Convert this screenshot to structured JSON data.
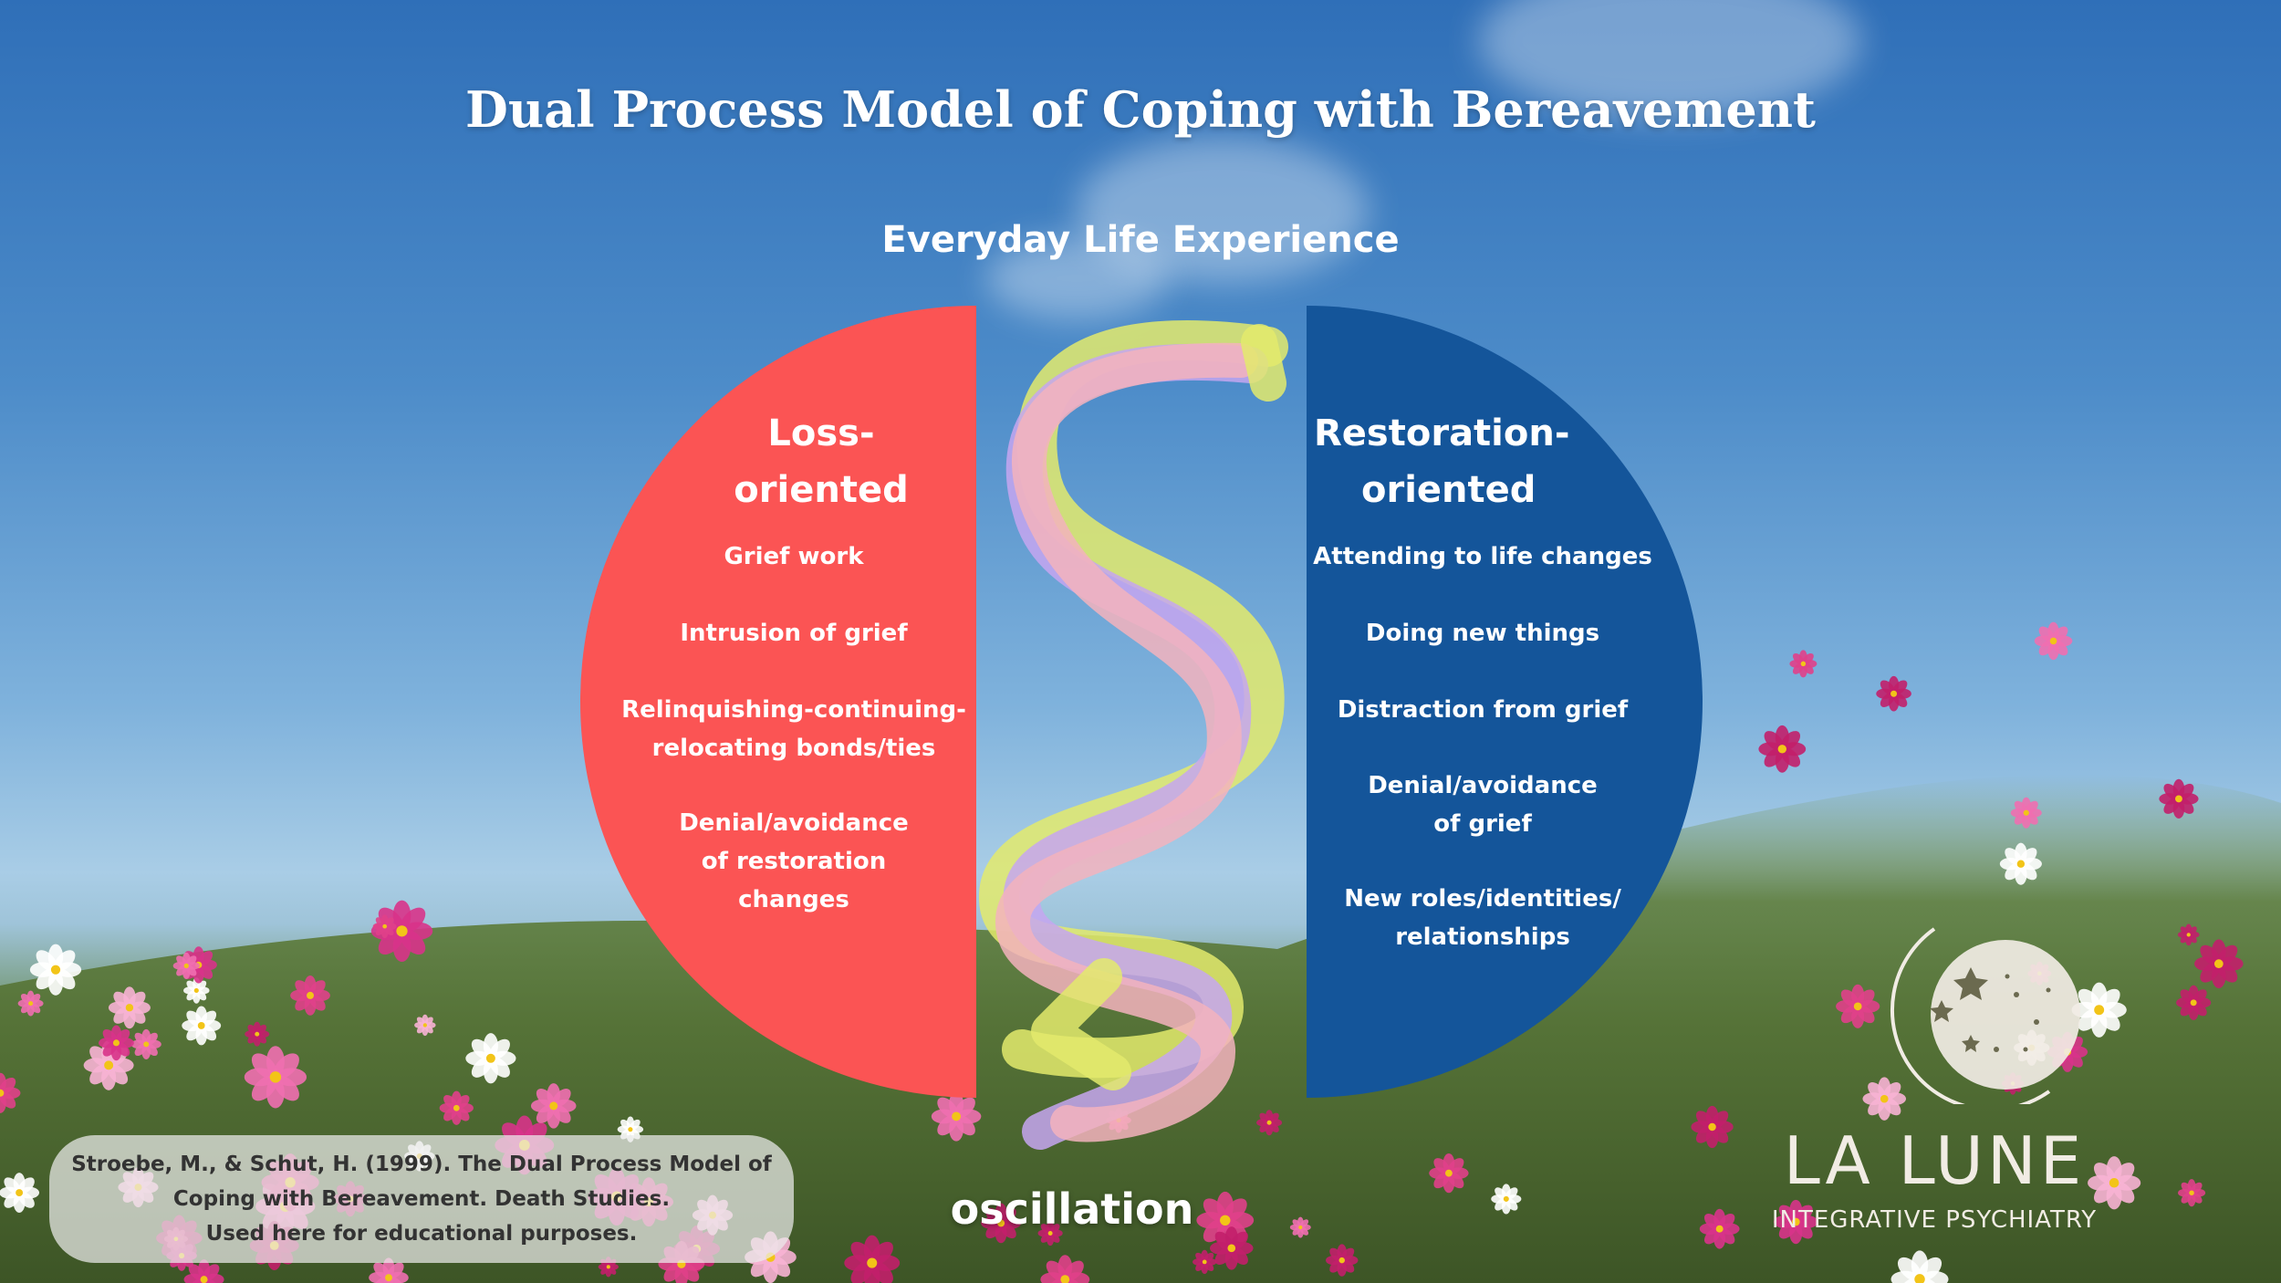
{
  "title": "Dual Process Model of Coping with Bereavement",
  "subtitle": "Everyday Life Experience",
  "loss": {
    "heading_line1": "Loss-",
    "heading_line2": "oriented",
    "items": [
      {
        "line1": "Grief work",
        "line2": ""
      },
      {
        "line1": "Intrusion of grief",
        "line2": ""
      },
      {
        "line1": "Relinquishing-continuing-",
        "line2": "relocating bonds/ties"
      },
      {
        "line1": "Denial/avoidance",
        "line2": "of restoration",
        "line3": "changes"
      }
    ]
  },
  "restoration": {
    "heading_line1": "Restoration-",
    "heading_line2": "oriented",
    "items": [
      {
        "line1": "Attending to life changes"
      },
      {
        "line1": "Doing new things"
      },
      {
        "line1": "Distraction from grief"
      },
      {
        "line1": "Denial/avoidance",
        "line2": "of grief"
      },
      {
        "line1": "New roles/identities/",
        "line2": "relationships"
      }
    ]
  },
  "oscillation_label": "oscillation",
  "citation": {
    "line1": "Stroebe, M., & Schut, H. (1999). The Dual Process Model of",
    "line2": "Coping with Bereavement. Death Studies.",
    "line3": "Used here for educational purposes."
  },
  "brand": {
    "name": "LA LUNE",
    "tagline": "INTEGRATIVE PSYCHIATRY"
  },
  "colors": {
    "loss_fill": "#fb5454",
    "restoration_fill": "#14559a",
    "oscillation_yellow": "#e3ea6c",
    "oscillation_lavender": "#c6a6f0",
    "oscillation_pink": "#f3b3bd"
  }
}
